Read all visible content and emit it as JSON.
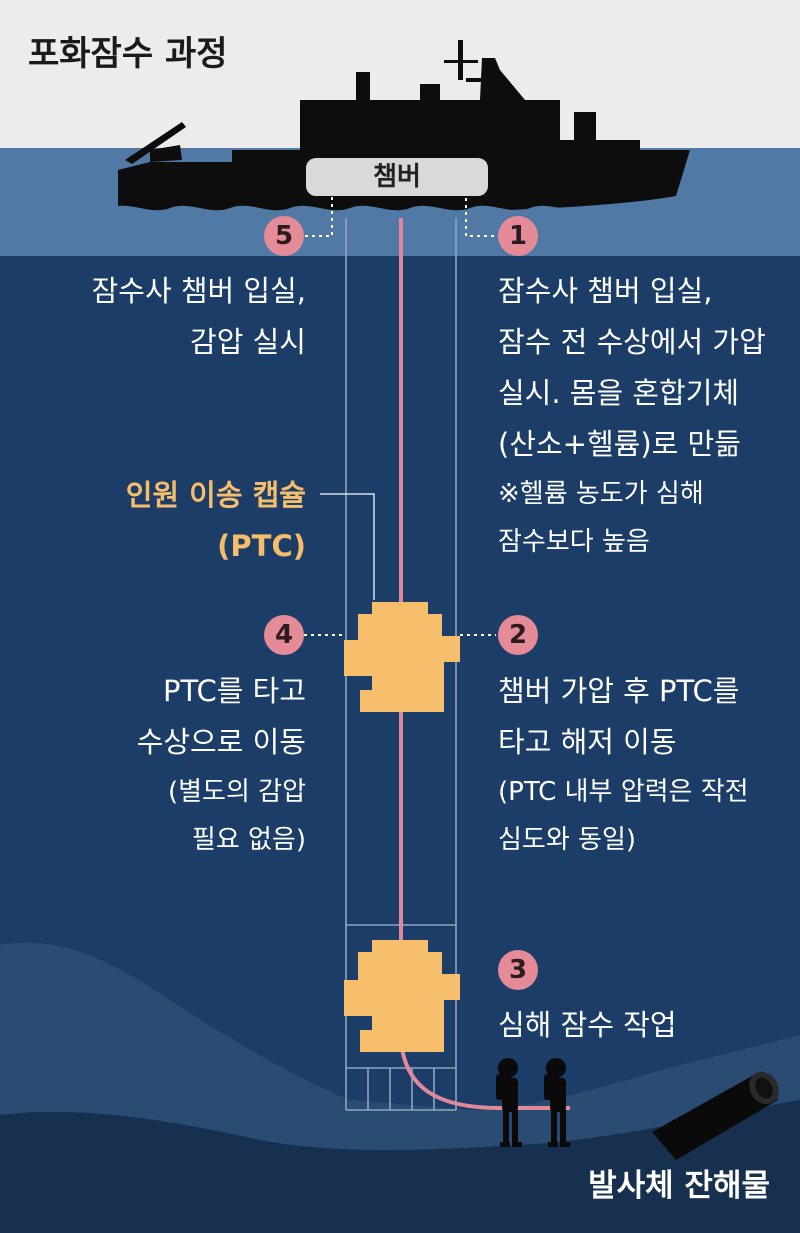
{
  "title": "포화잠수 과정",
  "chamber_label": "챔버",
  "ptc_label": {
    "line1": "인원 이송 캡슐",
    "line2": "(PTC)"
  },
  "steps": [
    {
      "number": "1",
      "lines": [
        "잠수사 챔버 입실,",
        "잠수 전 수상에서 가압",
        "실시. 몸을 혼합기체",
        "(산소+헬륨)로 만듦"
      ],
      "note": [
        "※헬륨 농도가 심해",
        "잠수보다 높음"
      ]
    },
    {
      "number": "2",
      "lines": [
        "챔버 가압 후 PTC를",
        "타고 해저 이동"
      ],
      "note": [
        "(PTC 내부 압력은 작전",
        "심도와 동일)"
      ]
    },
    {
      "number": "3",
      "lines": [
        "심해 잠수 작업"
      ],
      "note": []
    },
    {
      "number": "4",
      "lines": [
        "PTC를 타고",
        "수상으로 이동"
      ],
      "note": [
        "(별도의 감압",
        "필요 없음)"
      ]
    },
    {
      "number": "5",
      "lines": [
        "잠수사 챔버 입실,",
        "감압 실시"
      ],
      "note": []
    }
  ],
  "debris_label": "발사체 잔해물",
  "colors": {
    "sky": "#ececec",
    "sea_surface": "#5079a6",
    "sea_deep": "#1c3d68",
    "seabed": "#18304f",
    "ship": "#0d0d0d",
    "capsule": "#f6bd6a",
    "cable": "#e0899a",
    "badge": "#e58b98",
    "highlight_text": "#f6bd6a"
  }
}
